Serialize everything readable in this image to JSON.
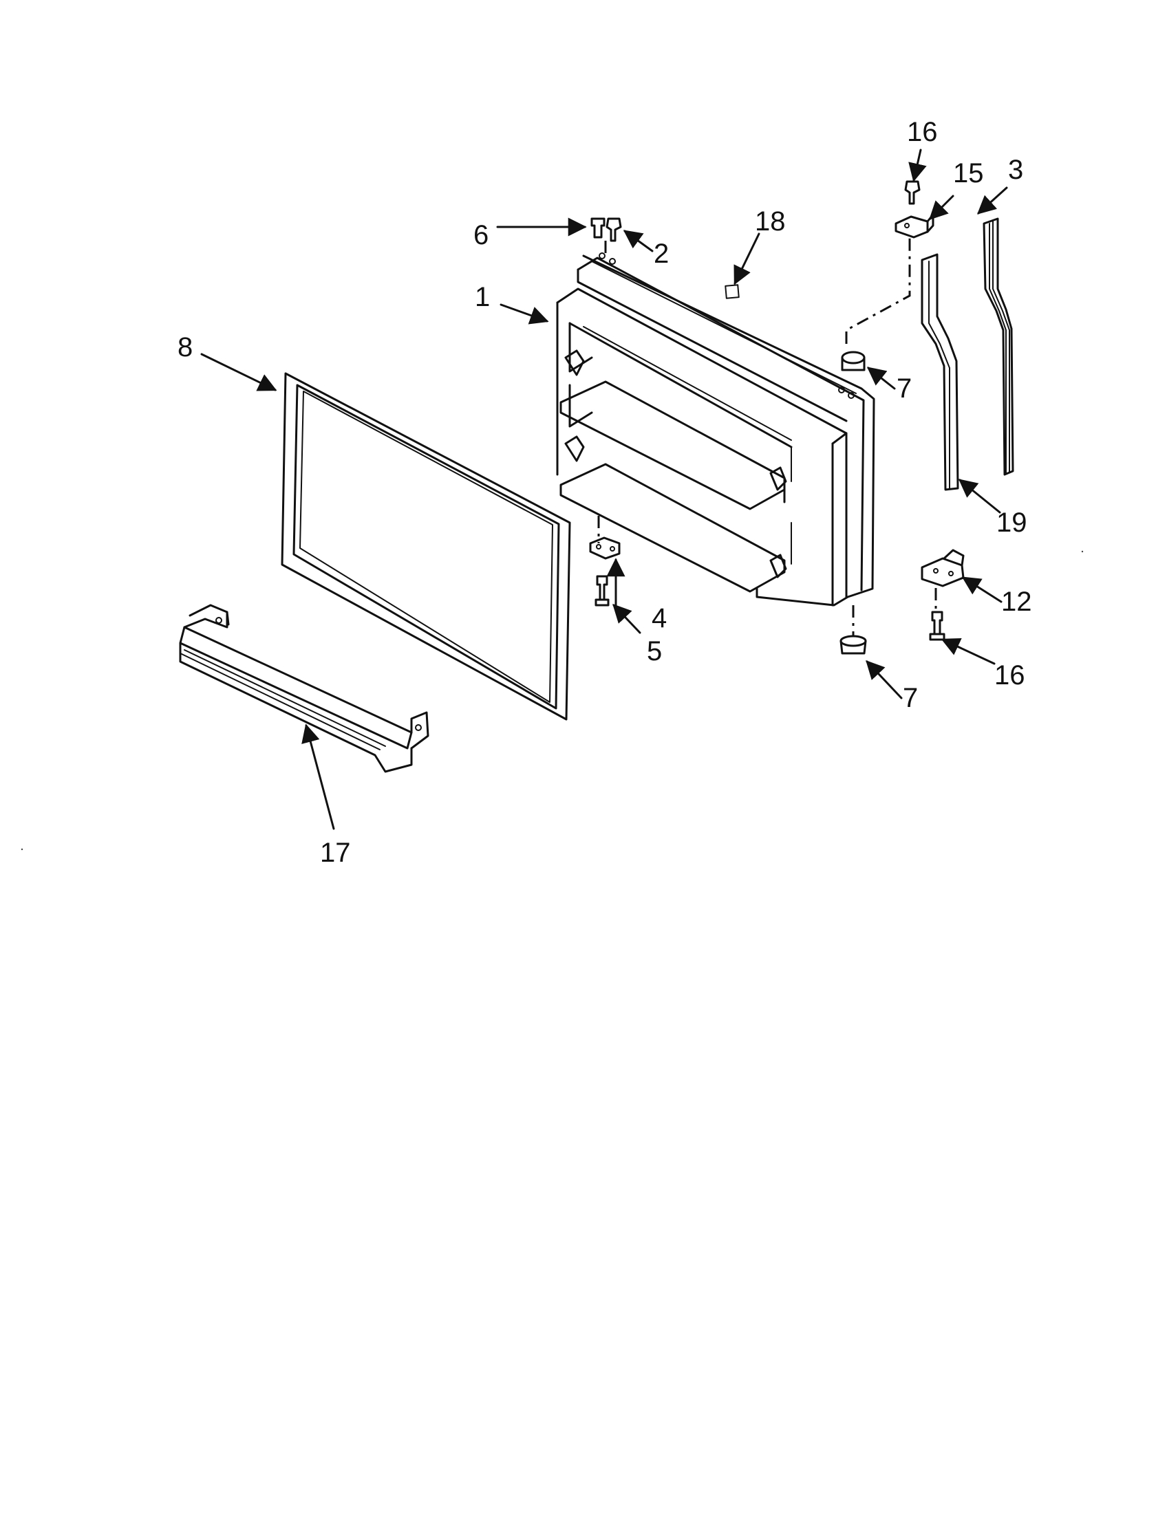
{
  "callouts": [
    {
      "id": "c1",
      "label": "1"
    },
    {
      "id": "c2",
      "label": "2"
    },
    {
      "id": "c3",
      "label": "3"
    },
    {
      "id": "c4",
      "label": "4"
    },
    {
      "id": "c5",
      "label": "5"
    },
    {
      "id": "c6",
      "label": "6"
    },
    {
      "id": "c7a",
      "label": "7"
    },
    {
      "id": "c7b",
      "label": "7"
    },
    {
      "id": "c8",
      "label": "8"
    },
    {
      "id": "c12",
      "label": "12"
    },
    {
      "id": "c15",
      "label": "15"
    },
    {
      "id": "c16a",
      "label": "16"
    },
    {
      "id": "c16b",
      "label": "16"
    },
    {
      "id": "c17",
      "label": "17"
    },
    {
      "id": "c18",
      "label": "18"
    },
    {
      "id": "c19",
      "label": "19"
    }
  ]
}
